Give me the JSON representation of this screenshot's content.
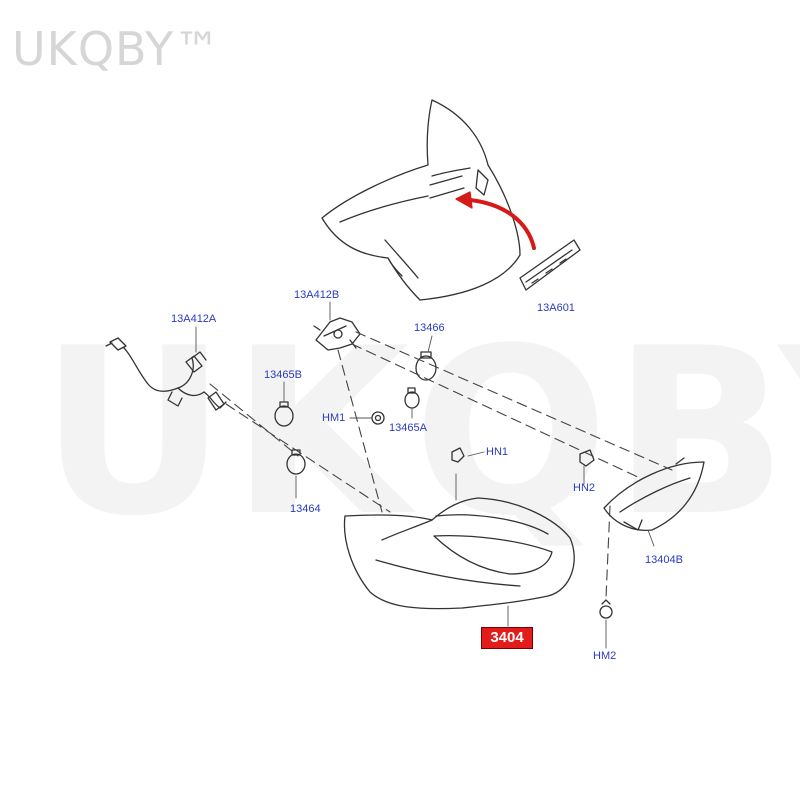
{
  "watermark": {
    "small": "UKQBY™",
    "large": "UKQBY™"
  },
  "colors": {
    "label": "#2b3bbf",
    "highlight": "#e21b1b",
    "arrow": "#d61a1a",
    "outline": "#333333"
  },
  "labels": {
    "wiring": "13A412A",
    "socket": "13A412B",
    "bulb_13466": "13466",
    "bulb_13465b": "13465B",
    "grommet_hm1": "HM1",
    "bulb_13465a": "13465A",
    "nut_hn1": "HN1",
    "bulb_13464": "13464",
    "nut_hn2": "HN2",
    "inner_lamp": "13404B",
    "nut_hm2": "HM2",
    "third_light": "13A601",
    "main_lamp": "3404"
  }
}
